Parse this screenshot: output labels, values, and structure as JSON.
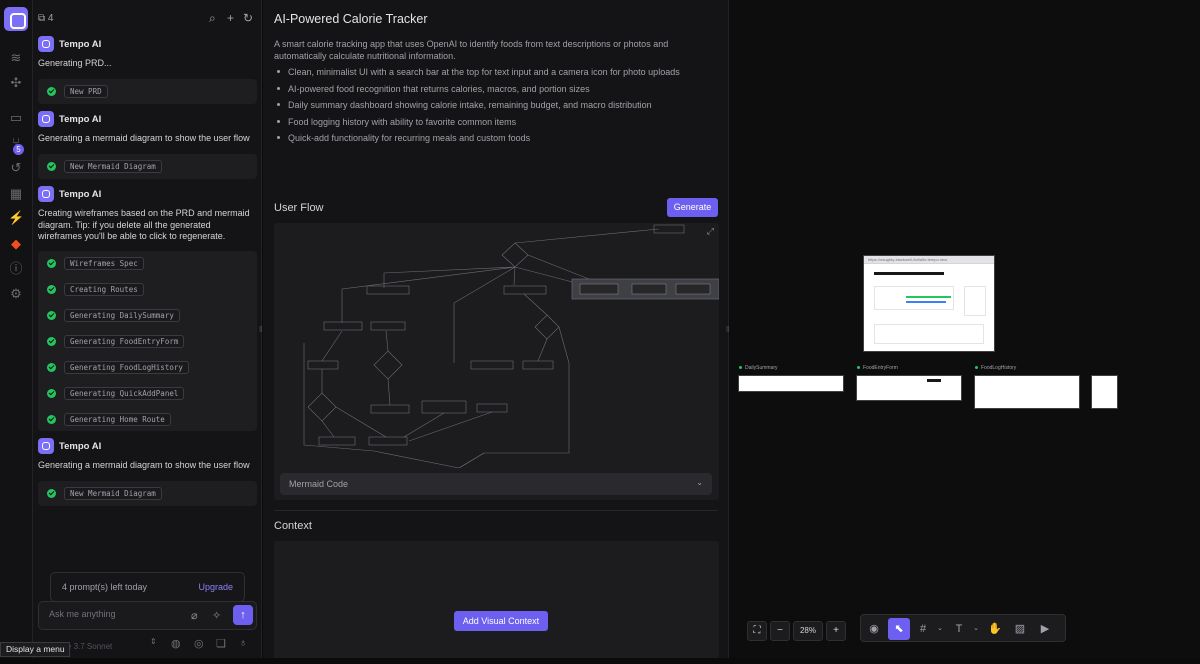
{
  "chat": {
    "page_count": "4",
    "assistant_name": "Tempo AI",
    "rail_badge": "5",
    "messages": [
      {
        "text": "Generating PRD...",
        "tasks": [
          "New PRD"
        ]
      },
      {
        "text": "Generating a mermaid diagram to show the user flow",
        "tasks": [
          "New Mermaid Diagram"
        ]
      },
      {
        "text": "Creating wireframes based on the PRD and mermaid diagram. Tip: if you delete all the generated wireframes you'll be able to click to regenerate.",
        "tasks": [
          "Wireframes Spec",
          "Creating Routes",
          "Generating DailySummary",
          "Generating FoodEntryForm",
          "Generating FoodLogHistory",
          "Generating QuickAddPanel",
          "Generating Home Route"
        ]
      },
      {
        "text": "Generating a mermaid diagram to show the user flow",
        "tasks": [
          "New Mermaid Diagram"
        ]
      }
    ],
    "prompts_left": "4 prompt(s) left today",
    "upgrade_label": "Upgrade",
    "input_placeholder": "Ask me anything",
    "model_name": "Claude 3.7 Sonnet",
    "tooltip": "Display a menu"
  },
  "doc": {
    "title": "AI-Powered Calorie Tracker",
    "description": "A smart calorie tracking app that uses OpenAI to identify foods from text descriptions or photos and automatically calculate nutritional information.",
    "features": [
      "Clean, minimalist UI with a search bar at the top for text input and a camera icon for photo uploads",
      "AI-powered food recognition that returns calories, macros, and portion sizes",
      "Daily summary dashboard showing calorie intake, remaining budget, and macro distribution",
      "Food logging history with ability to favorite common items",
      "Quick-add functionality for recurring meals and custom foods"
    ],
    "user_flow_title": "User Flow",
    "generate_label": "Generate",
    "mermaid_code_label": "Mermaid Code",
    "context_title": "Context",
    "add_context_label": "Add Visual Context"
  },
  "canvas": {
    "zoom_level": "28%",
    "frame_url": "https://naughty-blackwell-9a9a5d.tempo.new",
    "frames": [
      {
        "label": "DailySummary"
      },
      {
        "label": "FoodEntryForm"
      },
      {
        "label": "FoodLogHistory"
      }
    ]
  },
  "icons": {
    "rail": [
      "layers-icon",
      "components-icon",
      "file-icon",
      "git-branch-icon",
      "history-icon",
      "storybook-icon",
      "supabase-icon",
      "figma-icon",
      "info-icon",
      "settings-icon"
    ],
    "toolbar": [
      "comment-icon",
      "cursor-icon",
      "frame-icon",
      "text-icon",
      "hand-icon",
      "image-icon",
      "play-icon"
    ]
  },
  "colors": {
    "accent": "#6d5ff0",
    "success": "#22c55e",
    "panel": "#141416"
  }
}
